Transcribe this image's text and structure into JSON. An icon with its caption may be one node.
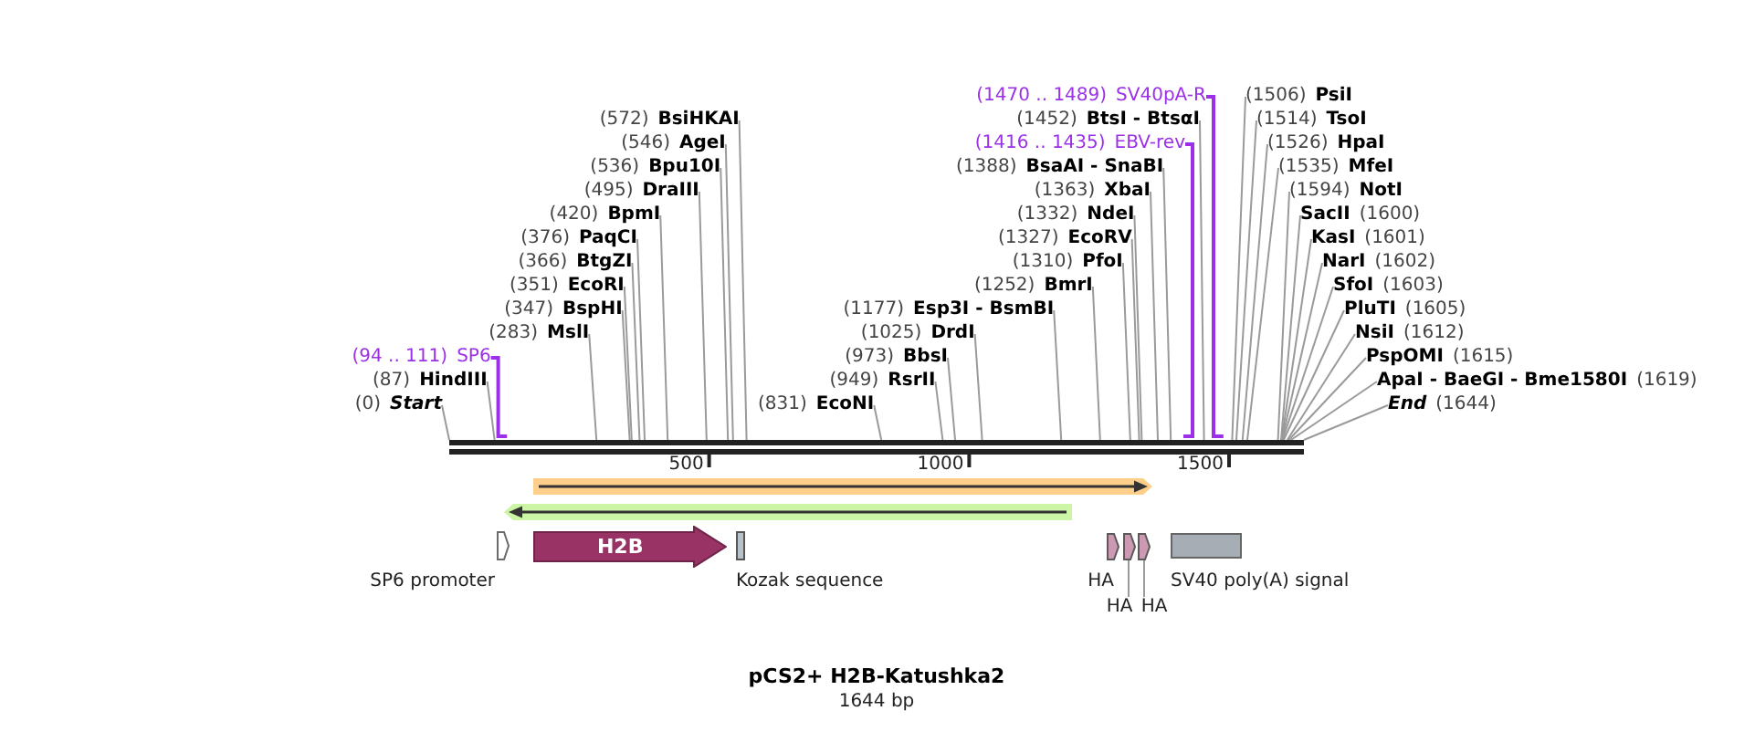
{
  "diagram": {
    "title": "pCS2+ H2B-Katushka2",
    "nodes": [
      {
        "text": [
          "(1452)",
          "BtsI - BtsαI"
        ]
      },
      {
        "text": [
          "(1416 .. 1435)",
          "EBV-rev"
        ]
      },
      {
        "text": [
          "(1388)",
          "BsaAI - SnaBI"
        ]
      },
      {
        "text": [
          "(1363)",
          "XbaI"
        ]
      },
      {
        "text": [
          "(420)",
          "BpmI"
        ]
      },
      {
        "text": [
          "(1332)",
          "NdeI"
        ]
      },
      {
        "text": [
          "(376)",
          "PaqCI"
        ]
      },
      {
        "text": [
          "(1327)",
          "EcoRV"
        ]
      },
      {
        "text": [
          "(366)",
          "BtgZI"
        ]
      },
      {
        "text": [
          "(1310)",
          "PfoI"
        ]
      },
      {
        "text": [
          "SacII",
          "(1600)"
        ]
      },
      {
        "text": [
          "(351)",
          "EcoRI"
        ]
      },
      {
        "text": [
          "KasI",
          "(1601)"
        ]
      },
      {
        "text": [
          "(1252)",
          "BmrI"
        ]
      },
      {
        "text": [
          "(347)",
          "BspHI"
        ]
      },
      {
        "text": [
          "(1594)",
          "NotI"
        ]
      },
      {
        "text": [
          "NarI",
          "(1602)"
        ]
      },
      {
        "text": [
          "(1177)",
          "Esp3I - BsmBI"
        ]
      },
      {
        "text": [
          "SfoI",
          "(1603)"
        ]
      },
      {
        "text": [
          "(283)",
          "MslI"
        ]
      },
      {
        "text": [
          "(1535)",
          "MfeI"
        ]
      },
      {
        "text": [
          "PluTI",
          "(1605)"
        ]
      },
      {
        "text": [
          "(1025)",
          "DrdI"
        ]
      },
      {
        "text": [
          "(1526)",
          "HpaI"
        ]
      },
      {
        "text": [
          "(94 .. 111)",
          "SP6"
        ]
      },
      {
        "text": [
          "(572)",
          "BsiHKAI"
        ]
      },
      {
        "text": [
          "NsiI",
          "(1612)"
        ]
      },
      {
        "text": [
          "(973)",
          "BbsI"
        ]
      },
      {
        "text": [
          "(1514)",
          "TsoI"
        ]
      },
      {
        "text": [
          "(546)",
          "AgeI"
        ]
      },
      {
        "text": [
          "PspOMI",
          "(1615)"
        ]
      },
      {
        "text": [
          "(87)",
          "HindIII"
        ]
      },
      {
        "text": [
          "(949)",
          "RsrII"
        ]
      },
      {
        "text": [
          "(1506)",
          "PsiI"
        ]
      },
      {
        "text": [
          "(536)",
          "Bpu10I"
        ]
      },
      {
        "text": [
          "ApaI - BaeGI - Bme1580I",
          "(1619)"
        ]
      },
      {
        "text": [
          "(0)",
          "Start"
        ]
      },
      {
        "text": [
          "(495)",
          "DraIII"
        ]
      },
      {
        "text": [
          "(831)",
          "EcoNI"
        ]
      },
      {
        "text": [
          "(1470 .. 1489)",
          "SV40pA-R"
        ]
      },
      {
        "text": [
          "End",
          "(1644)"
        ]
      },
      {
        "text": [],
        "shape": "bar"
      },
      {
        "text": [],
        "shape": "arrow"
      },
      {
        "text": [],
        "shape": "arrow"
      },
      {
        "text": [],
        "shape": "arrow",
        "beside": [
          "SP6 promoter"
        ]
      },
      {
        "text": [
          "H2B"
        ]
      },
      {
        "text": [],
        "shape": "box",
        "beside": [
          "Kozak sequence"
        ]
      },
      {
        "text": [],
        "shape": "arrow",
        "beside": [
          "HA"
        ]
      },
      {
        "text": [],
        "shape": "arrow"
      },
      {
        "text": [],
        "shape": "arrow"
      },
      {
        "text": [],
        "shape": "box",
        "beside": [
          "SV40 poly(A) signal"
        ]
      },
      {
        "text": [
          "HA"
        ]
      },
      {
        "text": [
          "HA"
        ]
      }
    ],
    "edges": [
      {
        "from": 0,
        "to": 41,
        "arrow": "none"
      },
      {
        "from": 1,
        "to": 41,
        "arrow": "none",
        "color": "#9b30e8"
      },
      {
        "from": 2,
        "to": 41,
        "arrow": "none"
      },
      {
        "from": 3,
        "to": 41,
        "arrow": "none"
      },
      {
        "from": 4,
        "to": 41,
        "arrow": "none"
      },
      {
        "from": 5,
        "to": 41,
        "arrow": "none"
      },
      {
        "from": 6,
        "to": 41,
        "arrow": "none"
      },
      {
        "from": 7,
        "to": 41,
        "arrow": "none"
      },
      {
        "from": 8,
        "to": 41,
        "arrow": "none"
      },
      {
        "from": 9,
        "to": 41,
        "arrow": "none"
      },
      {
        "from": 10,
        "to": 41,
        "arrow": "none"
      },
      {
        "from": 11,
        "to": 41,
        "arrow": "none"
      },
      {
        "from": 12,
        "to": 41,
        "arrow": "none"
      },
      {
        "from": 13,
        "to": 41,
        "arrow": "none"
      },
      {
        "from": 14,
        "to": 41,
        "arrow": "none"
      },
      {
        "from": 15,
        "to": 41,
        "arrow": "none"
      },
      {
        "from": 16,
        "to": 41,
        "arrow": "none"
      },
      {
        "from": 17,
        "to": 41,
        "arrow": "none"
      },
      {
        "from": 18,
        "to": 41,
        "arrow": "none"
      },
      {
        "from": 19,
        "to": 41,
        "arrow": "none"
      },
      {
        "from": 20,
        "to": 41,
        "arrow": "none"
      },
      {
        "from": 21,
        "to": 41,
        "arrow": "none"
      },
      {
        "from": 22,
        "to": 41,
        "arrow": "none"
      },
      {
        "from": 23,
        "to": 41,
        "arrow": "none"
      },
      {
        "from": 24,
        "to": 41,
        "arrow": "none",
        "color": "#9b30e8"
      },
      {
        "from": 25,
        "to": 41,
        "arrow": "none"
      },
      {
        "from": 26,
        "to": 41,
        "arrow": "none"
      },
      {
        "from": 27,
        "to": 41,
        "arrow": "none"
      },
      {
        "from": 28,
        "to": 41,
        "arrow": "none"
      },
      {
        "from": 29,
        "to": 41,
        "arrow": "none"
      },
      {
        "from": 30,
        "to": 41,
        "arrow": "none"
      },
      {
        "from": 31,
        "to": 41,
        "arrow": "none"
      },
      {
        "from": 32,
        "to": 41,
        "arrow": "none"
      },
      {
        "from": 33,
        "to": 41,
        "arrow": "none"
      },
      {
        "from": 34,
        "to": 41,
        "arrow": "none"
      },
      {
        "from": 35,
        "to": 41,
        "arrow": "none"
      },
      {
        "from": 36,
        "to": 41,
        "arrow": "none"
      },
      {
        "from": 37,
        "to": 41,
        "arrow": "none"
      },
      {
        "from": 38,
        "to": 41,
        "arrow": "none"
      },
      {
        "from": 39,
        "to": 41,
        "arrow": "none",
        "color": "#9b30e8"
      },
      {
        "from": 40,
        "to": 41,
        "arrow": "none"
      },
      {
        "from": 51,
        "to": 48,
        "arrow": "none"
      },
      {
        "from": 52,
        "to": 49,
        "arrow": "none"
      }
    ],
    "labels": [
      "500",
      "1000",
      "1500",
      "1644 bp"
    ]
  }
}
